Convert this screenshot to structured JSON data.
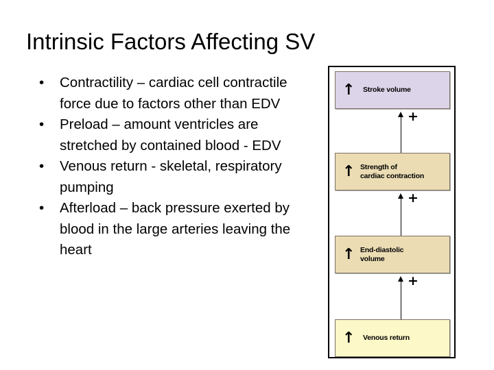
{
  "slide": {
    "title": "Intrinsic Factors Affecting SV",
    "bullet_char": "•",
    "bullets": [
      "Contractility – cardiac cell contractile force due to factors other than EDV",
      "Preload – amount ventricles are stretched by contained blood - EDV",
      "Venous return - skeletal, respiratory pumping",
      "Afterload – back pressure exerted by blood in the large arteries leaving the heart"
    ]
  },
  "diagram": {
    "arrow_glyph": "↑",
    "plus_glyph": "+",
    "boxes": [
      {
        "label": "Stroke volume",
        "color": "#DCD4E8"
      },
      {
        "label": "Strength of\ncardiac contraction",
        "color": "#EBDCB4"
      },
      {
        "label": "End-diastolic\nvolume",
        "color": "#EBDCB4"
      },
      {
        "label": "Venous return",
        "color": "#FCF8C8"
      }
    ],
    "connectors": [
      {
        "sign": "+"
      },
      {
        "sign": "+"
      },
      {
        "sign": "+"
      }
    ]
  }
}
